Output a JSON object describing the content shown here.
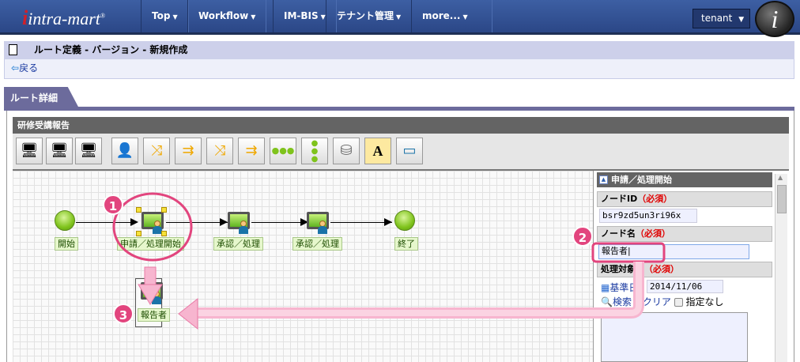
{
  "header": {
    "logo": "intra-mart",
    "nav": [
      {
        "label": "Top"
      },
      {
        "label": "Workflow"
      },
      {
        "label": "IM-BIS"
      },
      {
        "label": "テナント管理"
      },
      {
        "label": "more..."
      }
    ],
    "tenant": "tenant",
    "avatar_letter": "i"
  },
  "page": {
    "title": "ルート定義 - バージョン - 新規作成",
    "back": "戻る",
    "tab": "ルート詳細"
  },
  "editor": {
    "title": "研修受講報告",
    "toolbar": [
      "process-node",
      "approval-node",
      "system-node",
      "user-node",
      "branch",
      "join",
      "vertical-branch",
      "vertical-join",
      "dummy-node",
      "horizontal-line",
      "database",
      "annotation",
      "panel"
    ],
    "nodes": {
      "start": "開始",
      "apply": "申請／処理開始",
      "approve1": "承認／処理",
      "approve2": "承認／処理",
      "end": "終了",
      "new": "報告者"
    }
  },
  "properties": {
    "title": "申請／処理開始",
    "node_id_label": "ノードID",
    "required": "（必須）",
    "node_id": "bsr9zd5un3ri96x",
    "node_name_label": "ノード名",
    "node_name": "報告者",
    "target_label": "処理対象者",
    "base_date_label": "基準日",
    "base_date": "2014/11/06",
    "search": "検索",
    "clear": "クリア",
    "none": "指定なし"
  },
  "annotations": {
    "step1": "1",
    "step2": "2",
    "step3": "3"
  },
  "colors": {
    "accent": "#e2457e",
    "header": "#2b4787"
  }
}
